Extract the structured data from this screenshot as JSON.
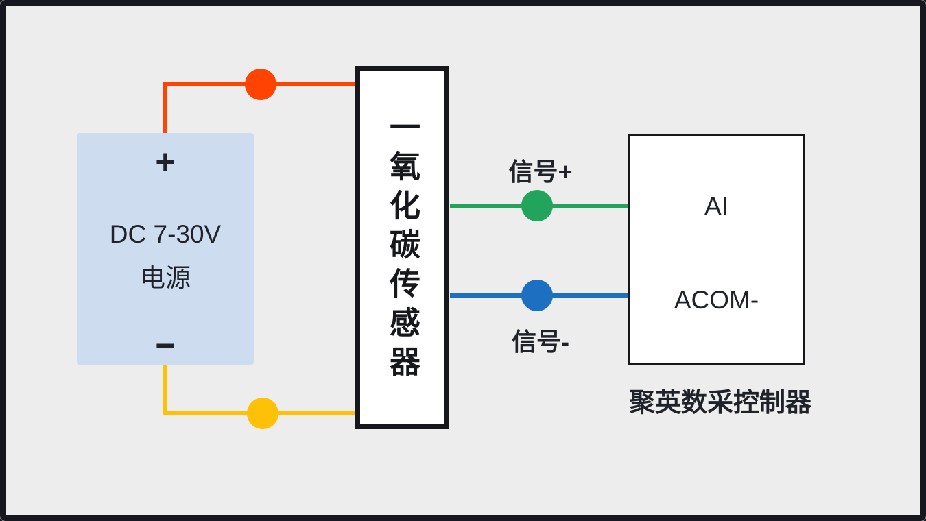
{
  "diagram": {
    "power_supply": {
      "plus_label": "+",
      "voltage_line": "DC 7-30V",
      "name_line": "电源",
      "minus_label": "−"
    },
    "sensor": {
      "label": "一氧化碳传感器"
    },
    "signals": {
      "plus_label": "信号+",
      "minus_label": "信号-"
    },
    "controller": {
      "terminal_ai": "AI",
      "terminal_acom": "ACOM-",
      "caption": "聚英数采控制器"
    },
    "colors": {
      "power_positive_wire": "#ff4300",
      "power_negative_wire": "#ffc107",
      "signal_plus_wire": "#22a45d",
      "signal_minus_wire": "#1d6fc2",
      "power_box_fill": "#cddcee",
      "background": "#ededed",
      "frame": "#17181f",
      "text": "#1f2329"
    }
  }
}
